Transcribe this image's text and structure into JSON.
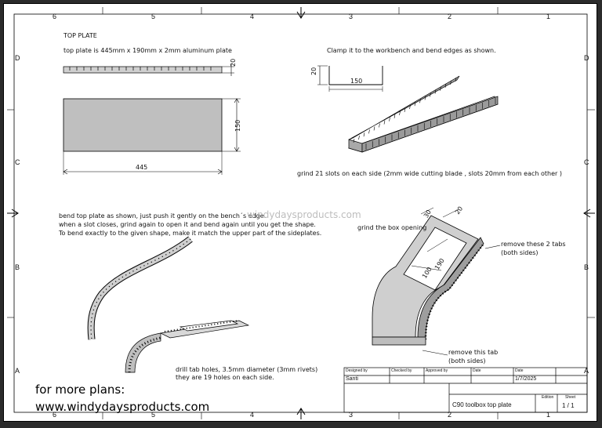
{
  "border": {
    "top_numbers": [
      "6",
      "5",
      "4",
      "3",
      "2",
      "1"
    ],
    "bottom_numbers": [
      "6",
      "5",
      "4",
      "3",
      "2",
      "1"
    ],
    "left_letters": [
      "D",
      "C",
      "B",
      "A"
    ],
    "right_letters": [
      "D",
      "C",
      "B",
      "A"
    ]
  },
  "notes": {
    "heading": "TOP PLATE",
    "plate_spec": "top plate is 445mm x 190mm x 2mm aluminum plate",
    "clamp": "Clamp it to the workbench and bend edges as shown.",
    "grind_slots": "grind 21 slots on each side (2mm wide cutting blade , slots 20mm from each other )",
    "bend_line1": "bend top plate as shown, just push it gently on the bench´s edge.",
    "bend_line2": "when a slot closes, grind again to open it and bend again until you get the shape.",
    "bend_line3": "To bend exactly to the given shape, make it match the upper part of the sideplates.",
    "grind_box": "grind the box opening",
    "remove_tabs_line1": "remove these 2 tabs",
    "remove_tabs_line2": "(both sides)",
    "remove_tab_line1": "remove this tab",
    "remove_tab_line2": "(both sides)",
    "drill_line1": "drill tab holes, 3.5mm diameter (3mm rivets)",
    "drill_line2": "they are 19 holes on each side."
  },
  "dimensions": {
    "side_height": "20",
    "plate_height": "150",
    "plate_width": "445",
    "profile_height": "20",
    "profile_width": "150",
    "opening_30": "30",
    "opening_20": "20",
    "opening_190": "190",
    "opening_100": "100"
  },
  "watermark": "windydaysproducts.com",
  "promo": {
    "line1": "for more plans:",
    "line2": "www.windydaysproducts.com"
  },
  "title_block": {
    "designed_by_label": "Designed by",
    "designed_by": "Santi",
    "checked_by_label": "Checked by",
    "approved_by_label": "Approved by",
    "date_label": "Date",
    "date2_label": "Date",
    "date": "1/7/2025",
    "title": "C90 toolbox top plate",
    "edition_label": "Edition",
    "sheet_label": "Sheet",
    "sheet": "1 / 1"
  }
}
